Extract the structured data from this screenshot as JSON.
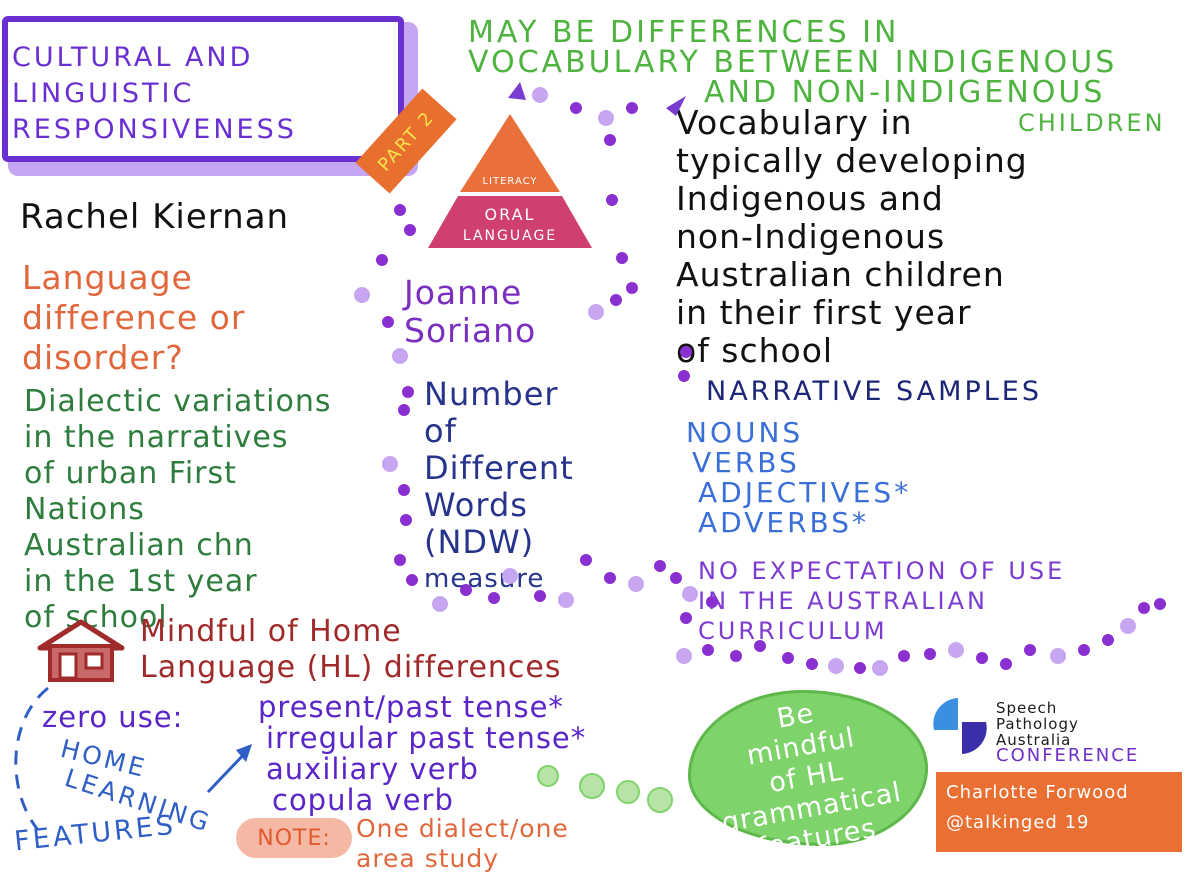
{
  "title": {
    "line1": "CULTURAL AND",
    "line2": "LINGUISTIC",
    "line3": "RESPONSIVENESS"
  },
  "part_tag": "PART 2",
  "pyramid": {
    "top_label": "LITERACY",
    "bottom_line1": "ORAL",
    "bottom_line2": "LANGUAGE",
    "top_color": "#e9703a",
    "bottom_color": "#cf3f6f"
  },
  "heading_green": {
    "line1": "MAY BE DIFFERENCES IN",
    "line2": "VOCABULARY BETWEEN INDIGENOUS",
    "line3": "AND NON-INDIGENOUS",
    "line4": "CHILDREN"
  },
  "presenter1": "Rachel Kiernan",
  "topic1": {
    "line1": "Language",
    "line2": "difference or",
    "line3": "disorder?"
  },
  "topic1_detail": {
    "line1": "Dialectic variations",
    "line2": "in the narratives",
    "line3": "of urban First",
    "line4": "Nations",
    "line5": "Australian chn",
    "line6": "in the 1st year",
    "line7": "of school"
  },
  "presenter2": {
    "line1": "Joanne",
    "line2": "Soriano"
  },
  "talk2_title": {
    "line1": "Vocabulary in",
    "line2": "typically developing",
    "line3": "Indigenous and",
    "line4": "non-Indigenous",
    "line5": "Australian children",
    "line6": "in their first year",
    "line7": "of school"
  },
  "ndw": {
    "line1": "Number",
    "line2": "of",
    "line3": "Different",
    "line4": "Words",
    "line5": "(NDW)",
    "line6": "measure"
  },
  "narrative": {
    "heading": "NARRATIVE SAMPLES",
    "items": [
      "NOUNS",
      "VERBS",
      "ADJECTIVES*",
      "ADVERBS*"
    ]
  },
  "no_expectation": {
    "line1": "NO EXPECTATION OF USE",
    "line2": "IN THE AUSTRALIAN",
    "line3": "CURRICULUM"
  },
  "home_language": {
    "line1": "Mindful of Home",
    "line2": "Language (HL) differences"
  },
  "zero_use": {
    "label": "zero use:",
    "items": [
      "present/past tense*",
      "irregular past tense*",
      "auxiliary verb",
      "copula verb"
    ]
  },
  "home_learning": {
    "line1": "HOME",
    "line2": "LEARNING",
    "line3": "FEATURES"
  },
  "note": {
    "badge": "NOTE:",
    "line1": "One dialect/one",
    "line2": "area study"
  },
  "cloud": {
    "line1": "Be",
    "line2": "mindful",
    "line3": "of HL",
    "line4": "grammatical",
    "line5": "features"
  },
  "spa": {
    "line1": "Speech",
    "line2": "Pathology",
    "line3": "Australia",
    "line4": "CONFERENCE"
  },
  "author": {
    "name": "Charlotte Forwood",
    "handle": "@talkinged 19"
  },
  "colors": {
    "purple_dot": "#8a2fd0",
    "lilac_dot": "#c7a6f1",
    "house": "#a12a2a"
  }
}
